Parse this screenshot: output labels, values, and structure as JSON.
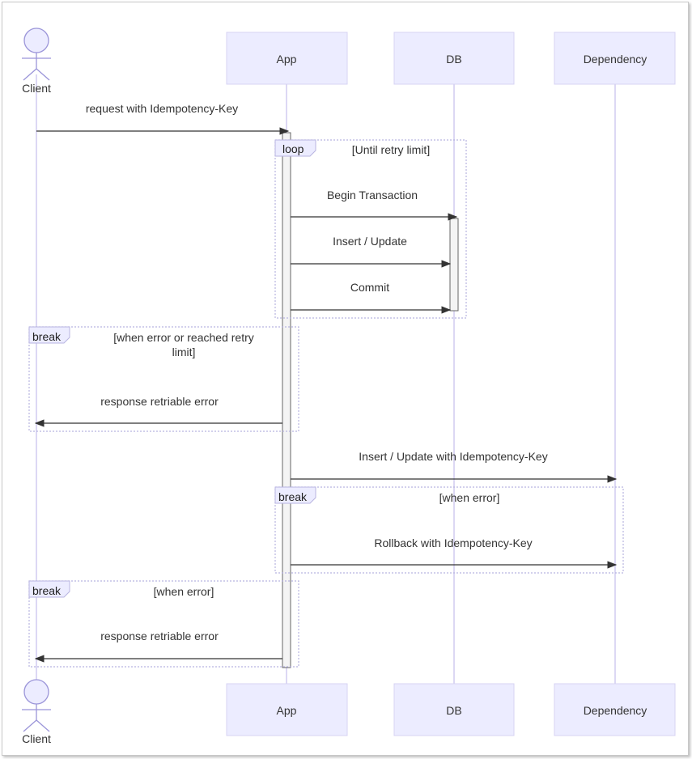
{
  "participants": {
    "client": "Client",
    "app": "App",
    "db": "DB",
    "dependency": "Dependency"
  },
  "messages": {
    "m1": "request with Idempotency-Key",
    "m2": "Begin Transaction",
    "m3": "Insert / Update",
    "m4": "Commit",
    "m5": "response retriable error",
    "m6": "Insert / Update with Idempotency-Key",
    "m7": "Rollback with Idempotency-Key",
    "m8": "response retriable error"
  },
  "frames": {
    "loop": {
      "type": "loop",
      "condition": "[Until retry limit]"
    },
    "break1": {
      "type": "break",
      "condition_line1": "[when error or reached retry",
      "condition_line2": "limit]"
    },
    "break2": {
      "type": "break",
      "condition": "[when error]"
    },
    "break3": {
      "type": "break",
      "condition": "[when error]"
    }
  },
  "colors": {
    "actor_fill": "#ececff",
    "actor_stroke": "#9b95d9",
    "lifeline": "#d0ccf0",
    "message_line": "#333333"
  }
}
